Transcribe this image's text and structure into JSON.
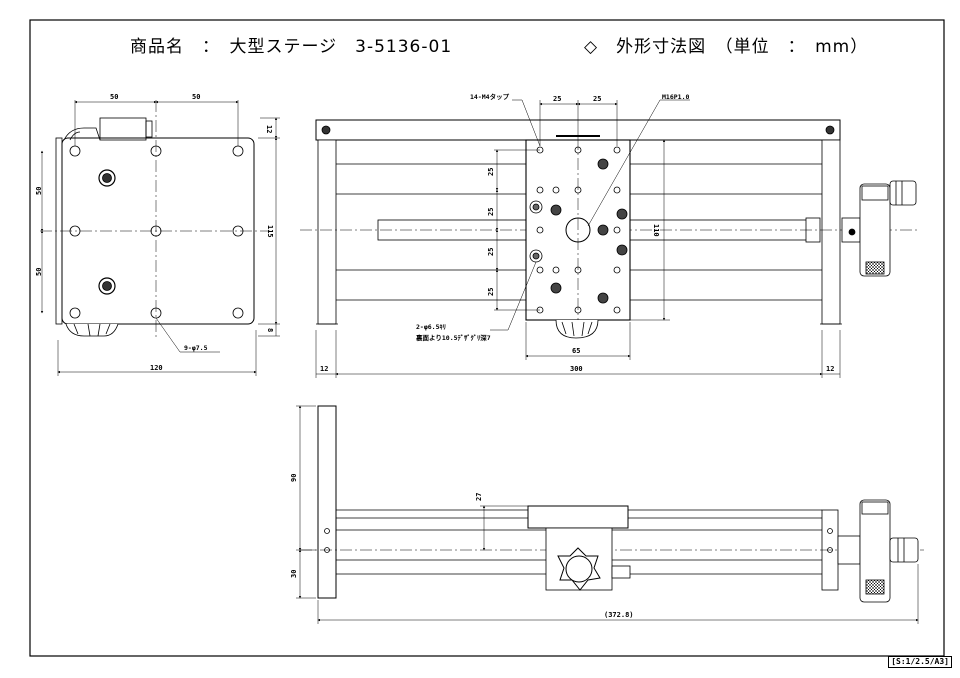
{
  "header": {
    "product_label": "商品名　：　大型ステージ　3-5136-01",
    "drawing_label": "◇　外形寸法図　（単位　：　mm）"
  },
  "dimensions": {
    "left_top_a": "50",
    "left_top_b": "50",
    "left_side_top": "50",
    "left_side_bottom": "50",
    "left_right_top": "12",
    "left_right_main": "115",
    "left_right_bottom": "8",
    "left_bottom": "120",
    "left_holes_note": "9-φ7.5",
    "top_tap_note": "14-M4タップ",
    "top_a": "25",
    "top_b": "25",
    "top_thread_note": "M16P1.0",
    "stage_v_1": "25",
    "stage_v_2": "25",
    "stage_v_3": "25",
    "stage_v_4": "25",
    "stage_height": "110",
    "stage_width": "65",
    "pin_note_1": "2-φ6.5ｷﾘ",
    "pin_note_2": "裏面より10.5ﾃﾞｻﾞｸﾞﾘ深7",
    "bottom_left": "12",
    "bottom_main": "300",
    "bottom_right": "12",
    "side_upper": "90",
    "side_lower": "30",
    "side_offset": "27",
    "side_total": "(372.8)"
  },
  "footer": {
    "scale": "[S:1/2.5/A3]"
  }
}
